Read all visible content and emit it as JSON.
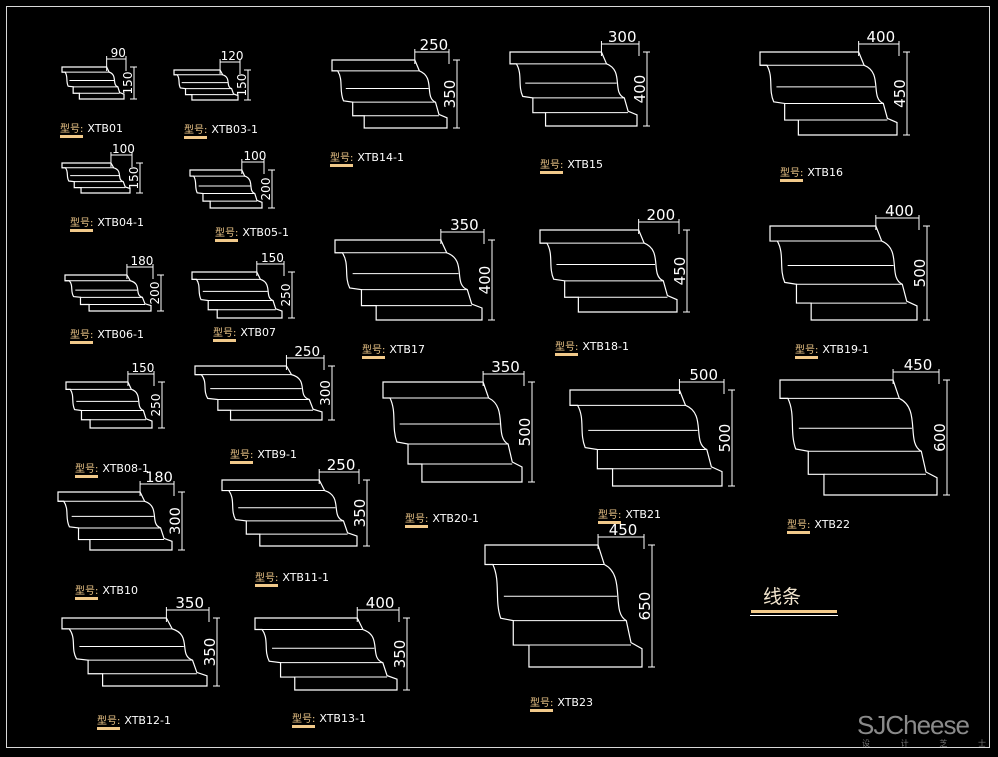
{
  "prefix": "型号:",
  "title": "线条",
  "watermark": {
    "name": "SJCheese",
    "sub": [
      "设",
      "计",
      "芝",
      "士"
    ]
  },
  "colors": {
    "line": "#ffffff",
    "accent": "#f1c98a",
    "background": "#000000"
  },
  "profiles": [
    {
      "model": "XTB01",
      "width": "90",
      "height": "150"
    },
    {
      "model": "XTB03-1",
      "width": "120",
      "height": "150"
    },
    {
      "model": "XTB14-1",
      "width": "250",
      "height": "350"
    },
    {
      "model": "XTB15",
      "width": "300",
      "height": "400"
    },
    {
      "model": "XTB16",
      "width": "400",
      "height": "450"
    },
    {
      "model": "XTB04-1",
      "width": "100",
      "height": "150"
    },
    {
      "model": "XTB05-1",
      "width": "100",
      "height": "200"
    },
    {
      "model": "XTB06-1",
      "width": "180",
      "height": "200"
    },
    {
      "model": "XTB07",
      "width": "150",
      "height": "250"
    },
    {
      "model": "XTB17",
      "width": "350",
      "height": "400"
    },
    {
      "model": "XTB18-1",
      "width": "200",
      "height": "450"
    },
    {
      "model": "XTB19-1",
      "width": "400",
      "height": "500"
    },
    {
      "model": "XTB08-1",
      "width": "150",
      "height": "250"
    },
    {
      "model": "XTB9-1",
      "width": "250",
      "height": "300"
    },
    {
      "model": "XTB20-1",
      "width": "350",
      "height": "500"
    },
    {
      "model": "XTB21",
      "width": "500",
      "height": "500"
    },
    {
      "model": "XTB22",
      "width": "450",
      "height": "600"
    },
    {
      "model": "XTB10",
      "width": "180",
      "height": "300"
    },
    {
      "model": "XTB11-1",
      "width": "250",
      "height": "350"
    },
    {
      "model": "XTB23",
      "width": "450",
      "height": "650"
    },
    {
      "model": "XTB12-1",
      "width": "350",
      "height": "350"
    },
    {
      "model": "XTB13-1",
      "width": "400",
      "height": "350"
    }
  ]
}
